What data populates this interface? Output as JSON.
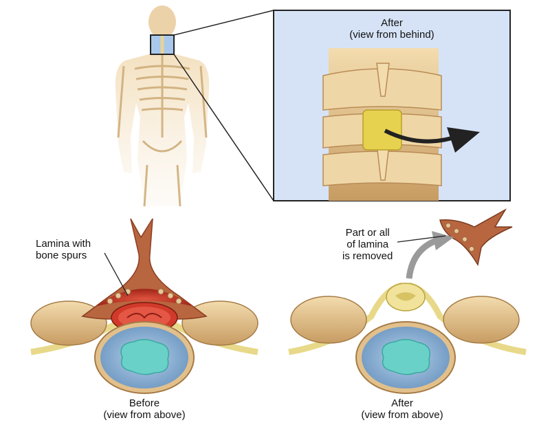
{
  "labels": {
    "inset_title": {
      "line1": "After",
      "line2": "(view from behind)"
    },
    "lamina_spurs": {
      "line1": "Lamina with",
      "line2": "bone spurs"
    },
    "lamina_removed": {
      "line1": "Part or all",
      "line2": "of lamina",
      "line3": "is removed"
    },
    "before_caption": {
      "line1": "Before",
      "line2": "(view from above)"
    },
    "after_caption": {
      "line1": "After",
      "line2": "(view from above)"
    }
  },
  "colors": {
    "bone": "#e9cfa0",
    "bone_dark": "#b98d55",
    "inflamed": "#c0392b",
    "disc_outer": "#8fb4d6",
    "disc_inner": "#69d1c8",
    "nerve": "#e8d98a",
    "inset_bg": "#d6e3f7",
    "arrow": "#222222",
    "gray_arrow": "#9a9a9a"
  },
  "icons": {
    "body": "human-skeleton-back-view",
    "removal_arrow": "curved-arrow-icon"
  }
}
